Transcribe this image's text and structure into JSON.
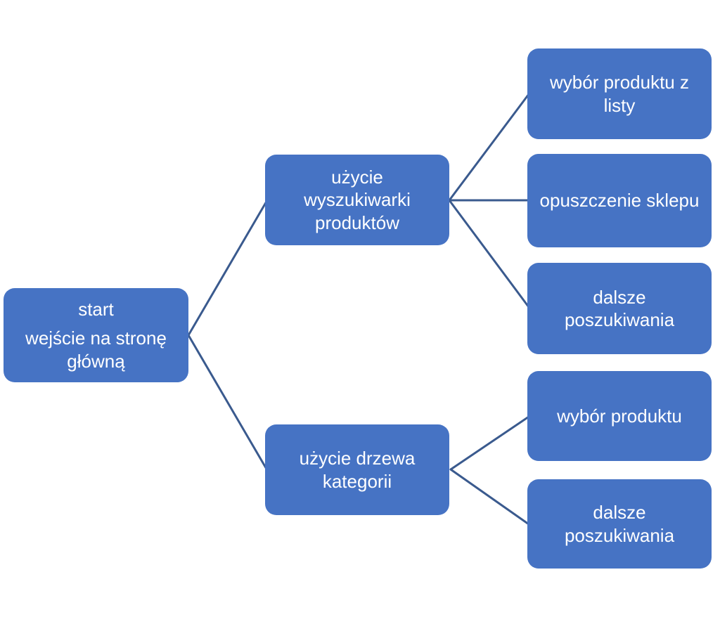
{
  "diagram": {
    "type": "flowchart",
    "language": "pl",
    "colors": {
      "node_fill": "#4673c4",
      "node_text": "#ffffff",
      "connector": "#3a5a8e",
      "background": "#ffffff"
    },
    "nodes": {
      "start": {
        "para1": [
          "start"
        ],
        "para2": [
          "wejście na stronę",
          "główną"
        ],
        "full_text": "start — wejście na stronę główną"
      },
      "search": {
        "lines": [
          "użycie",
          "wyszukiwarki",
          "produktów"
        ],
        "full_text": "użycie wyszukiwarki produktów"
      },
      "tree": {
        "lines": [
          "użycie drzewa",
          "kategorii"
        ],
        "full_text": "użycie drzewa kategorii"
      },
      "picklist": {
        "lines": [
          "wybór produktu z",
          "listy"
        ],
        "full_text": "wybór produktu z listy"
      },
      "leave": {
        "lines": [
          "opuszczenie sklepu"
        ],
        "full_text": "opuszczenie sklepu"
      },
      "further1": {
        "lines": [
          "dalsze",
          "poszukiwania"
        ],
        "full_text": "dalsze poszukiwania"
      },
      "pick": {
        "lines": [
          "wybór produktu"
        ],
        "full_text": "wybór produktu"
      },
      "further2": {
        "lines": [
          "dalsze",
          "poszukiwania"
        ],
        "full_text": "dalsze poszukiwania"
      }
    },
    "edges": [
      {
        "from": "start",
        "to": "search"
      },
      {
        "from": "start",
        "to": "tree"
      },
      {
        "from": "search",
        "to": "picklist"
      },
      {
        "from": "search",
        "to": "leave"
      },
      {
        "from": "search",
        "to": "further1"
      },
      {
        "from": "tree",
        "to": "pick"
      },
      {
        "from": "tree",
        "to": "further2"
      }
    ]
  }
}
